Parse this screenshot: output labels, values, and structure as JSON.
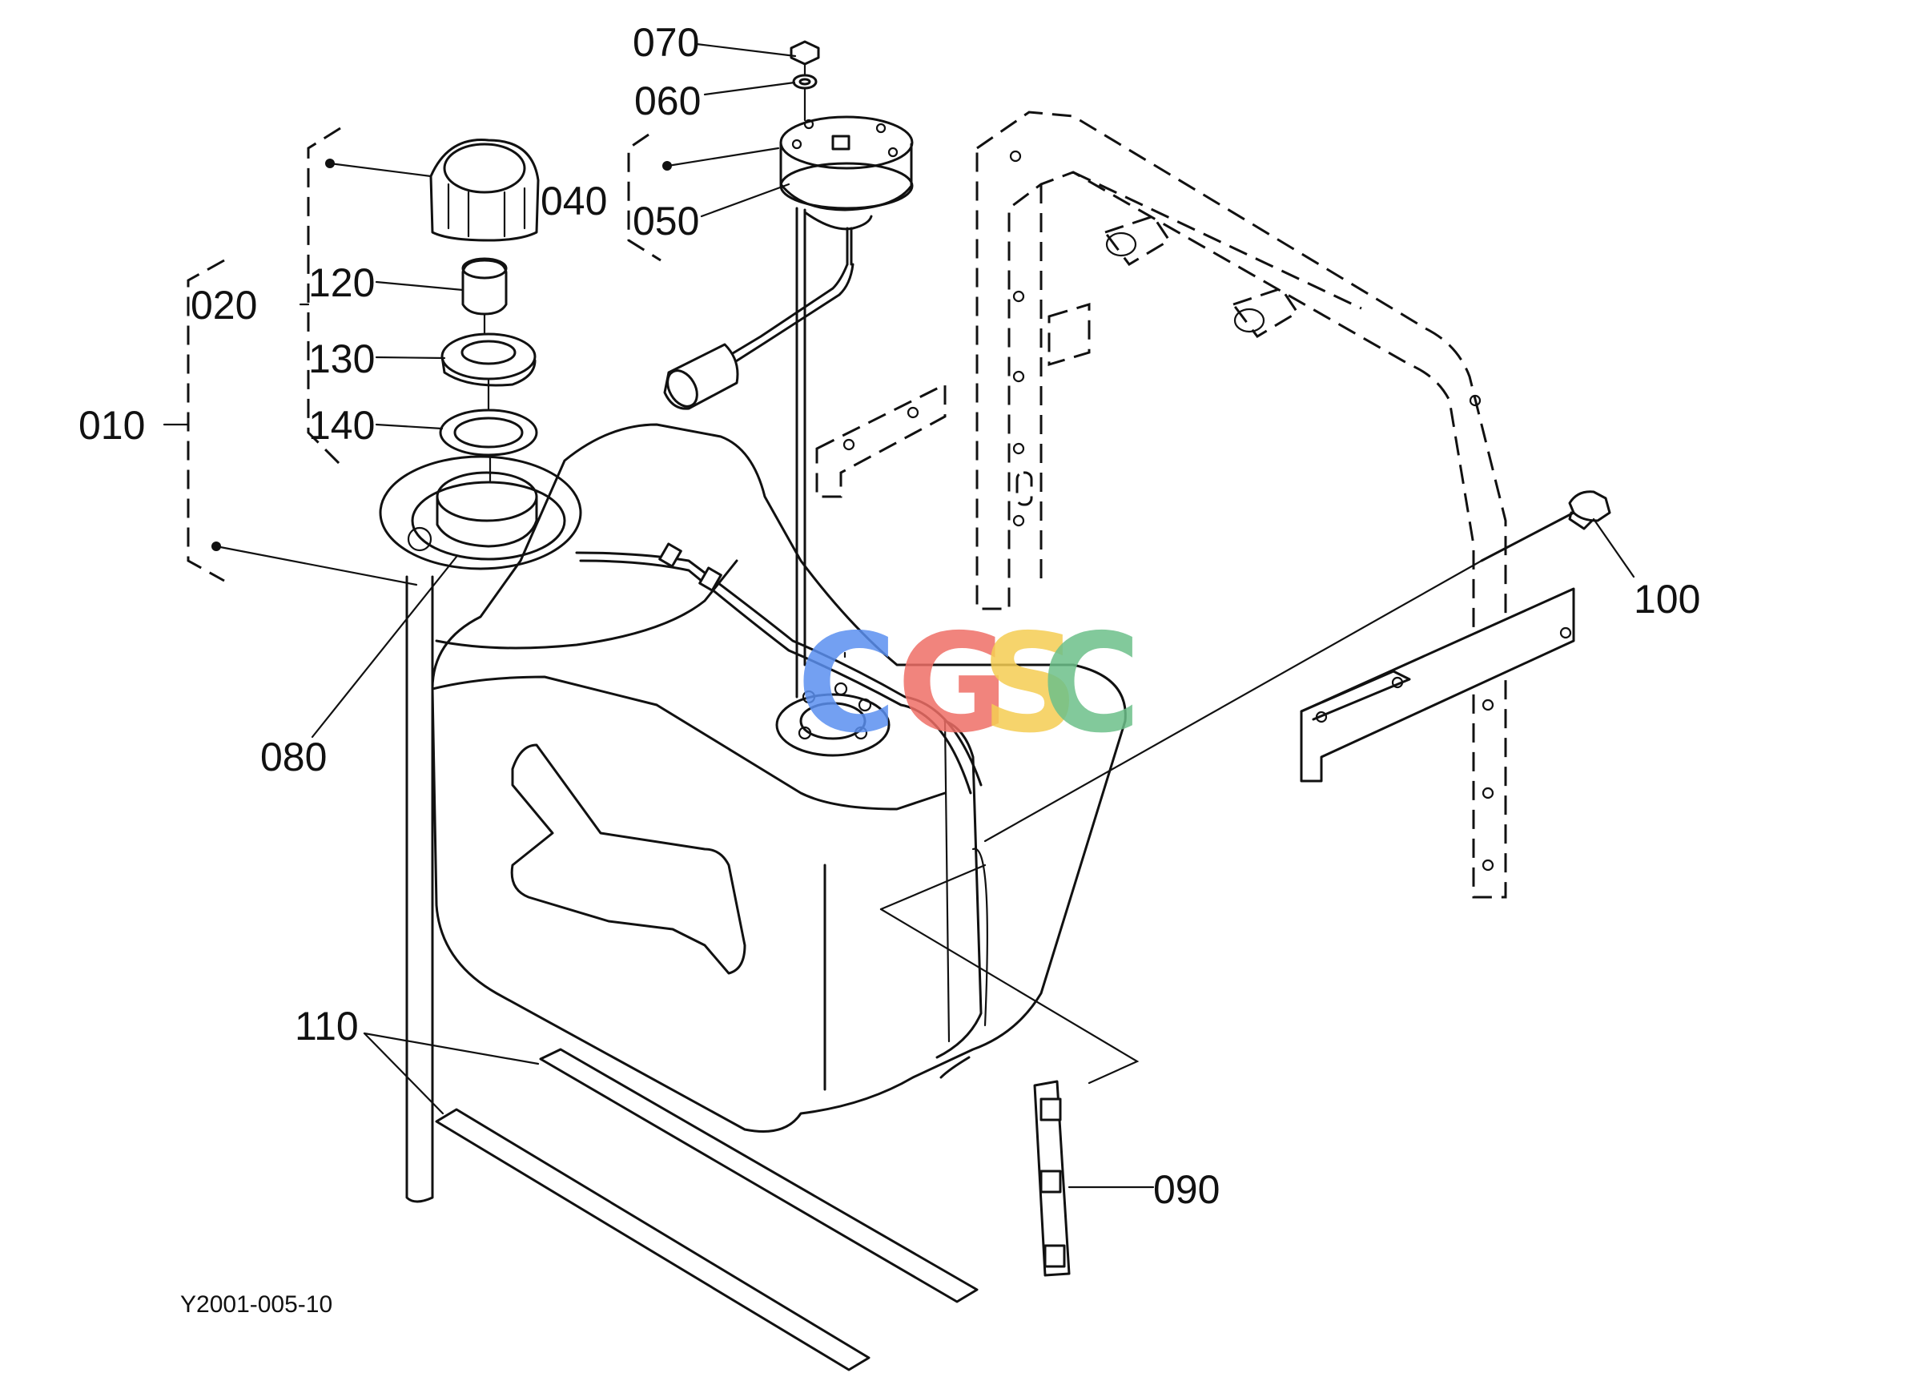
{
  "diagram": {
    "callouts": {
      "c010": "010",
      "c020": "020",
      "c040": "040",
      "c050": "050",
      "c060": "060",
      "c070": "070",
      "c080": "080",
      "c090": "090",
      "c100": "100",
      "c110": "110",
      "c120": "120",
      "c130": "130",
      "c140": "140"
    },
    "drawing_code": "Y2001-005-10",
    "watermark": {
      "letters": [
        "C",
        "G",
        "S",
        "C"
      ],
      "colors": [
        "#5b8ff0",
        "#ef6f66",
        "#f4cc52",
        "#6cbf8a"
      ]
    }
  }
}
